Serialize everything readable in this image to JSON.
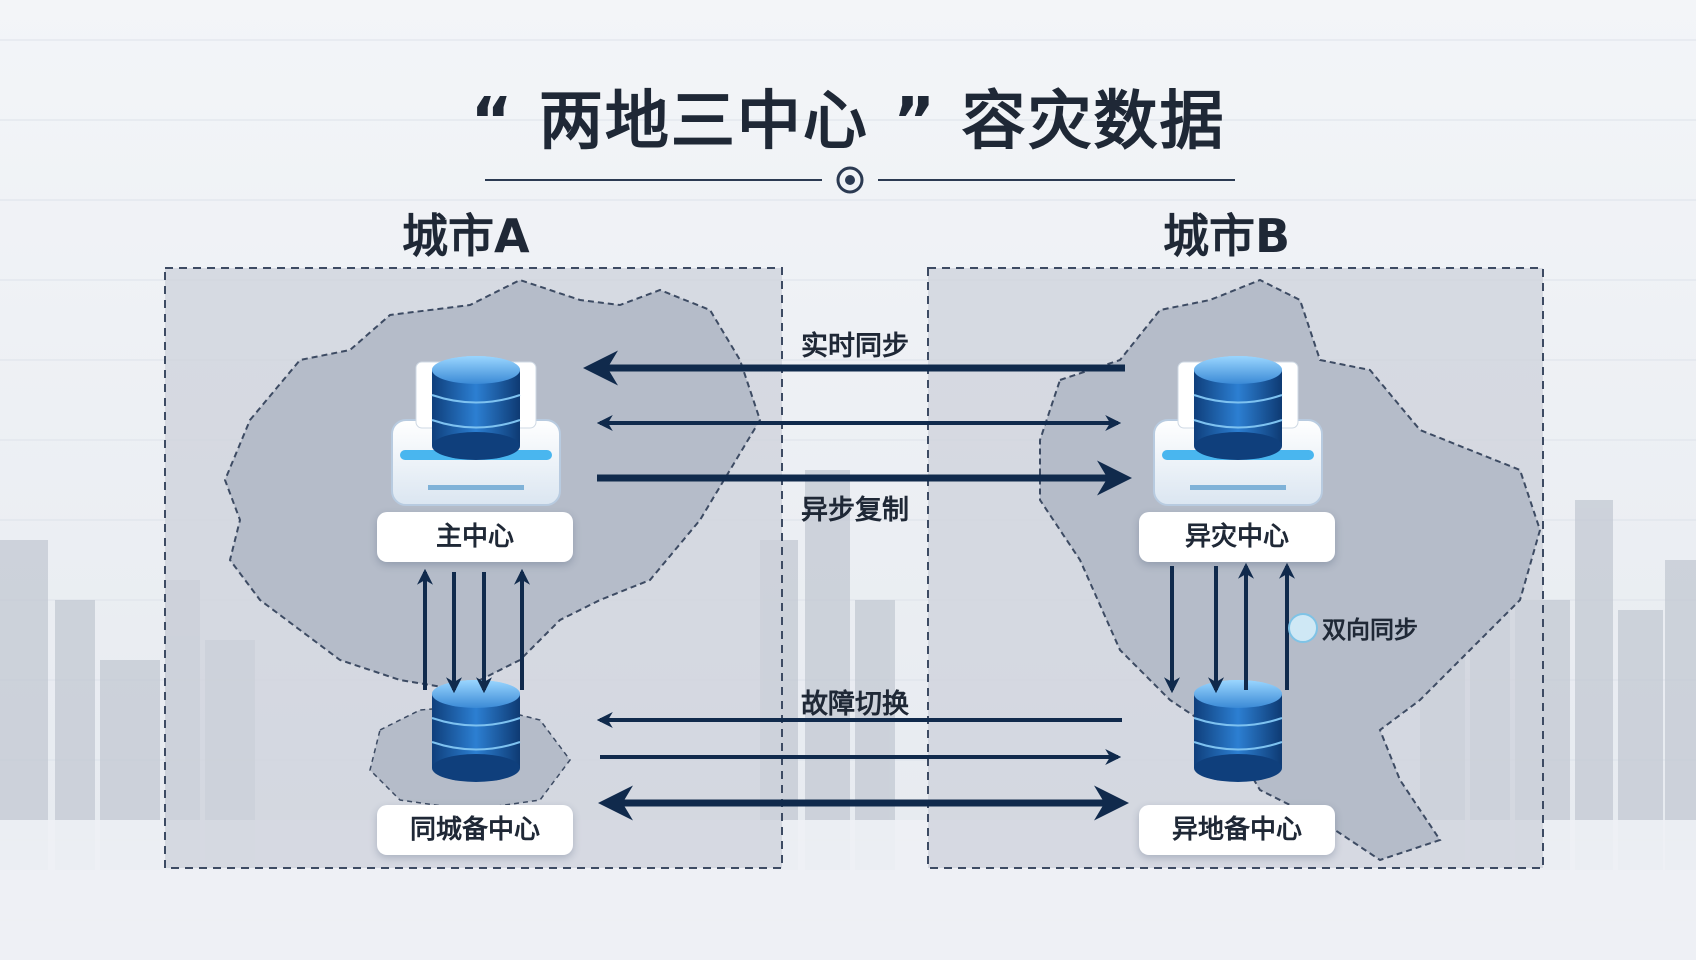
{
  "title": "“ 两地三中心 ” 容灾数据",
  "cities": {
    "a": {
      "label": "城市A"
    },
    "b": {
      "label": "城市B"
    }
  },
  "centers": {
    "primary": "主中心",
    "disaster": "异灾中心",
    "same_city_backup": "同城备中心",
    "remote_backup": "异地备中心"
  },
  "flows": {
    "realtime_sync": "实时同步",
    "async_replication": "异步复制",
    "failover": "故障切换"
  },
  "side_tag": "双向同步",
  "colors": {
    "arrow": "#102a4c",
    "region_fill": "#c9ced8",
    "map_fill": "#b3bac8",
    "dash": "#3d4b63",
    "db_blue": "#1f62b0",
    "db_light": "#7ec2f0"
  }
}
